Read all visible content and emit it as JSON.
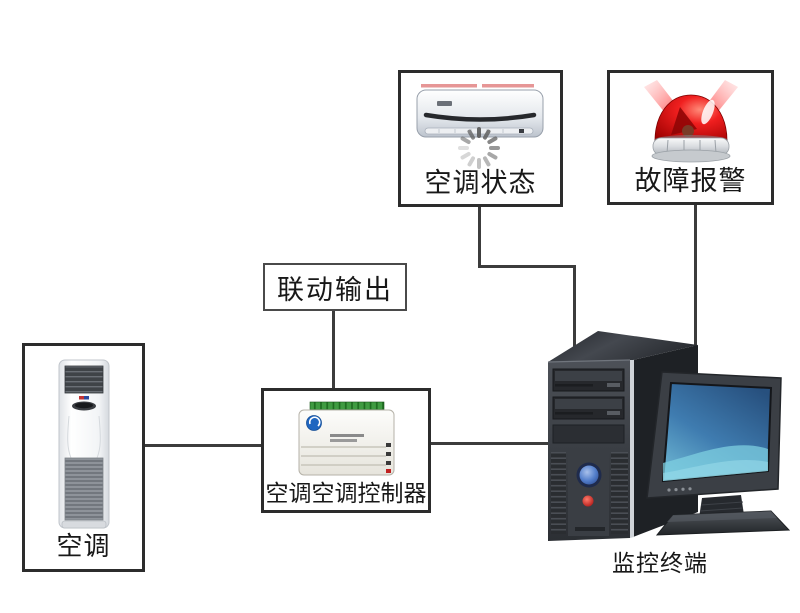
{
  "diagram": {
    "nodes": {
      "ac_status": {
        "label": "空调状态",
        "icon": "wall-ac-with-loading-spinner"
      },
      "fault_alarm": {
        "label": "故障报警",
        "icon": "red-alarm-beacon"
      },
      "linkage_output": {
        "label": "联动输出"
      },
      "air_conditioner": {
        "label": "空调",
        "icon": "floor-standing-ac"
      },
      "controller": {
        "label": "空调空调控制器",
        "icon": "ac-network-controller-box"
      },
      "monitor_terminal": {
        "label": "监控终端",
        "icon": "desktop-computer-tower-and-monitor"
      }
    },
    "colors": {
      "background": "#ffffff",
      "box_border": "#2c2c2c",
      "linkage_border": "#4a4a4a",
      "connector_line": "#3c3c3c",
      "label_text": "#181818",
      "alarm_red": "#e01010",
      "screen_blue_dark": "#2a5a9a",
      "screen_blue_light": "#7ecfe0",
      "power_button_blue": "#3a64b8",
      "terminal_strip_green": "#3f9b41"
    }
  }
}
